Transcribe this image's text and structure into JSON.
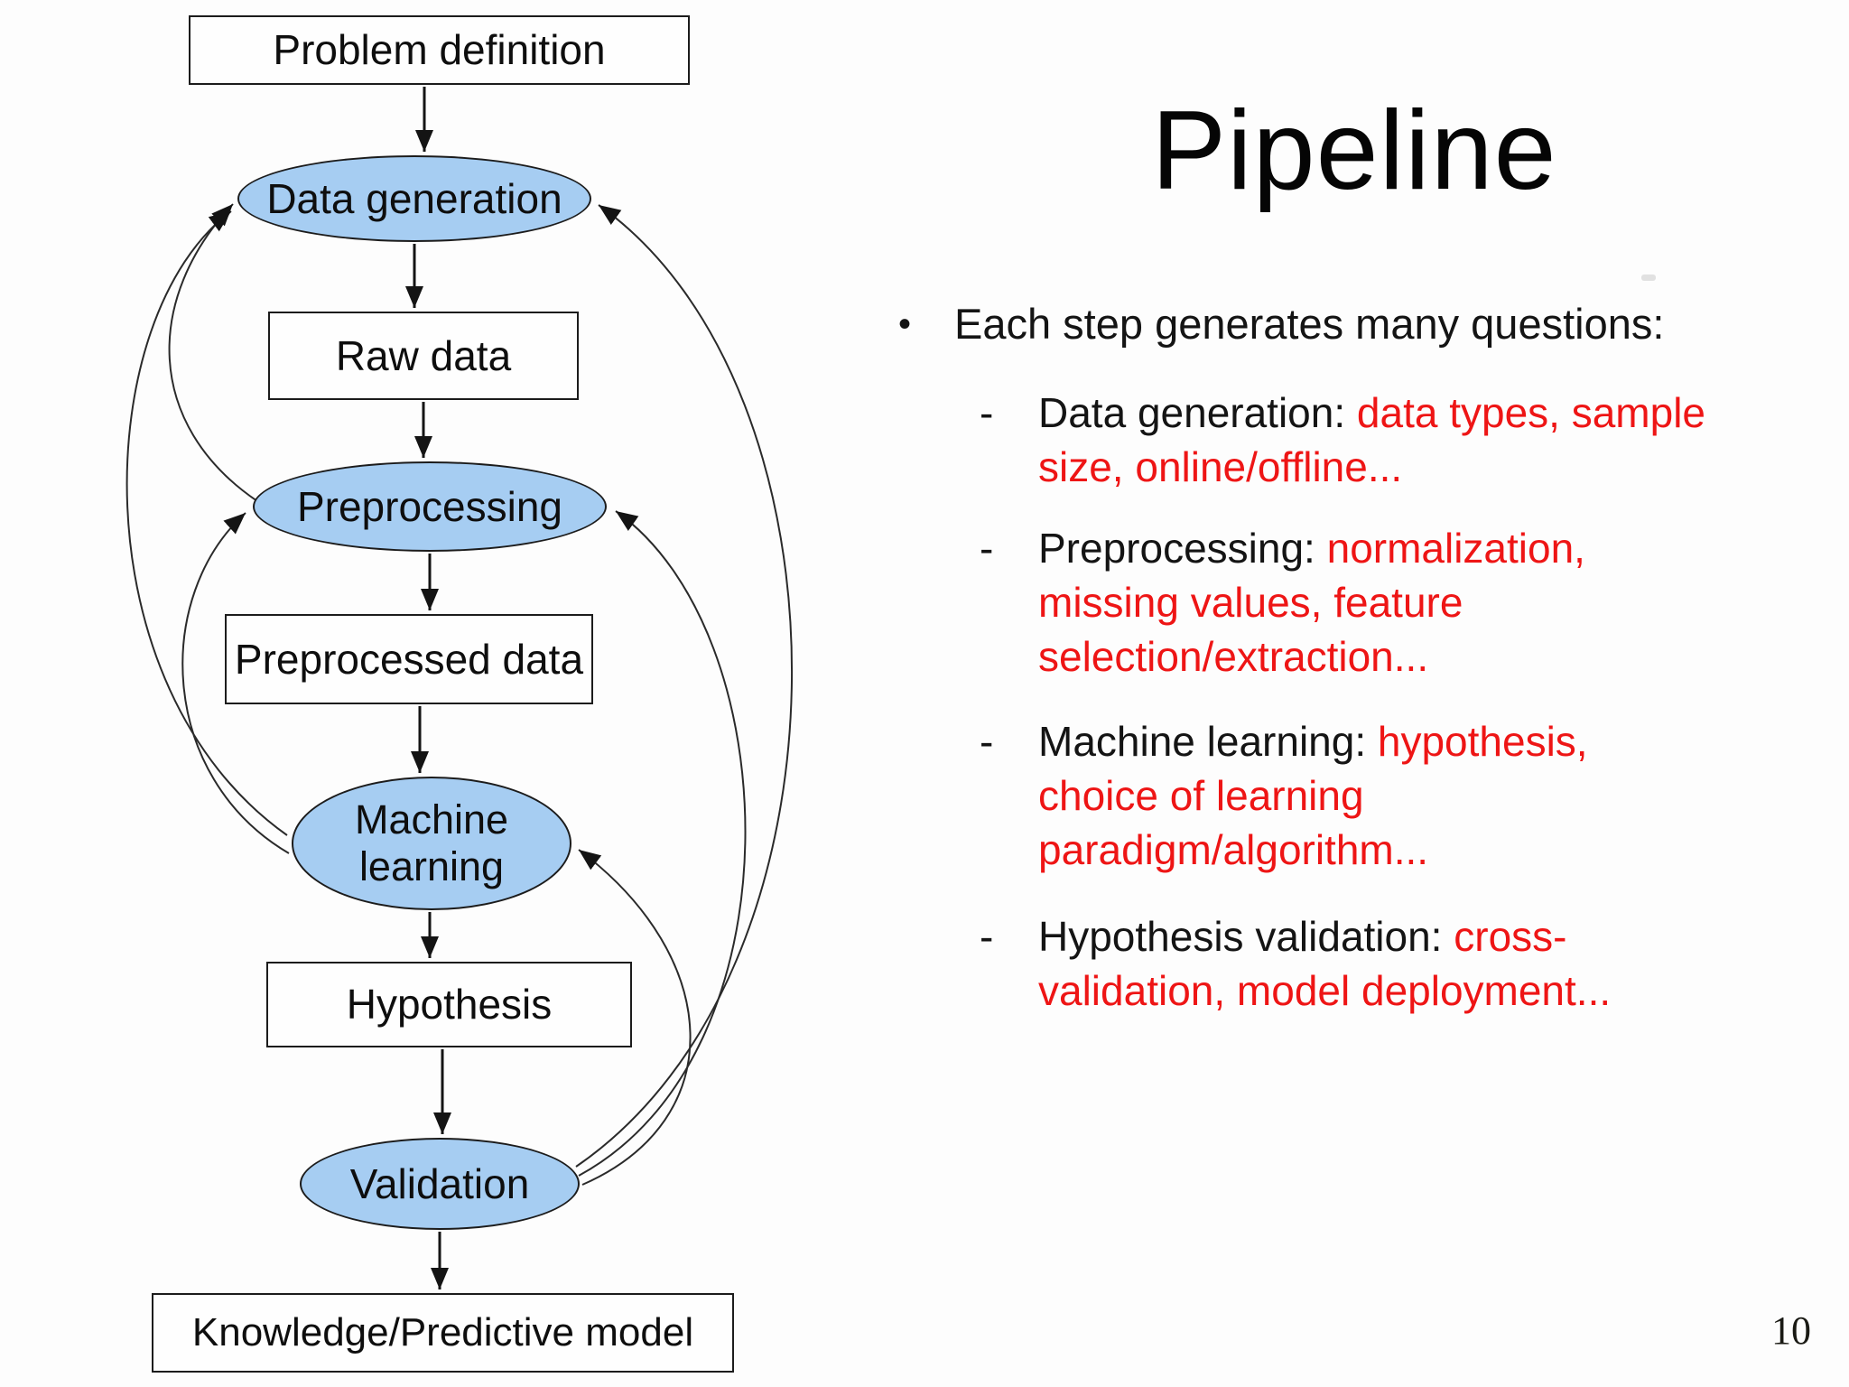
{
  "title": "Pipeline",
  "page_number": "10",
  "colors": {
    "node_fill": "#a6cdf2",
    "node_border": "#1c1c1c",
    "red_text": "#ee1515",
    "black_text": "#141414"
  },
  "diagram": {
    "nodes": {
      "problem_definition": "Problem definition",
      "data_generation": "Data generation",
      "raw_data": "Raw data",
      "preprocessing": "Preprocessing",
      "preprocessed_data": "Preprocessed data",
      "machine_learning": "Machine learning",
      "hypothesis": "Hypothesis",
      "validation": "Validation",
      "knowledge": "Knowledge/Predictive model"
    },
    "edges": [
      {
        "from": "problem_definition",
        "to": "data_generation",
        "type": "flow"
      },
      {
        "from": "data_generation",
        "to": "raw_data",
        "type": "flow"
      },
      {
        "from": "raw_data",
        "to": "preprocessing",
        "type": "flow"
      },
      {
        "from": "preprocessing",
        "to": "preprocessed_data",
        "type": "flow"
      },
      {
        "from": "preprocessed_data",
        "to": "machine_learning",
        "type": "flow"
      },
      {
        "from": "machine_learning",
        "to": "hypothesis",
        "type": "flow"
      },
      {
        "from": "hypothesis",
        "to": "validation",
        "type": "flow"
      },
      {
        "from": "validation",
        "to": "knowledge",
        "type": "flow"
      },
      {
        "from": "preprocessing",
        "to": "data_generation",
        "type": "feedback"
      },
      {
        "from": "machine_learning",
        "to": "data_generation",
        "type": "feedback"
      },
      {
        "from": "machine_learning",
        "to": "preprocessing",
        "type": "feedback"
      },
      {
        "from": "validation",
        "to": "data_generation",
        "type": "feedback"
      },
      {
        "from": "validation",
        "to": "preprocessing",
        "type": "feedback"
      },
      {
        "from": "validation",
        "to": "machine_learning",
        "type": "feedback"
      }
    ]
  },
  "content": {
    "bullet_marker": "•",
    "dash_marker": "-",
    "bullet": "Each step generates many questions:",
    "sub_bullets": [
      {
        "lines": [
          {
            "black": "Data generation: ",
            "red": "data types, sample"
          },
          {
            "red": "size, online/offline..."
          }
        ]
      },
      {
        "lines": [
          {
            "black": "Preprocessing: ",
            "red": "normalization,"
          },
          {
            "red": "missing values, feature"
          },
          {
            "red": "selection/extraction..."
          }
        ]
      },
      {
        "lines": [
          {
            "black": "Machine learning: ",
            "red": "hypothesis,"
          },
          {
            "red": "choice of learning"
          },
          {
            "red": "paradigm/algorithm..."
          }
        ]
      },
      {
        "lines": [
          {
            "black": "Hypothesis validation: ",
            "red": "cross-"
          },
          {
            "red": "validation, model deployment..."
          }
        ]
      }
    ]
  }
}
